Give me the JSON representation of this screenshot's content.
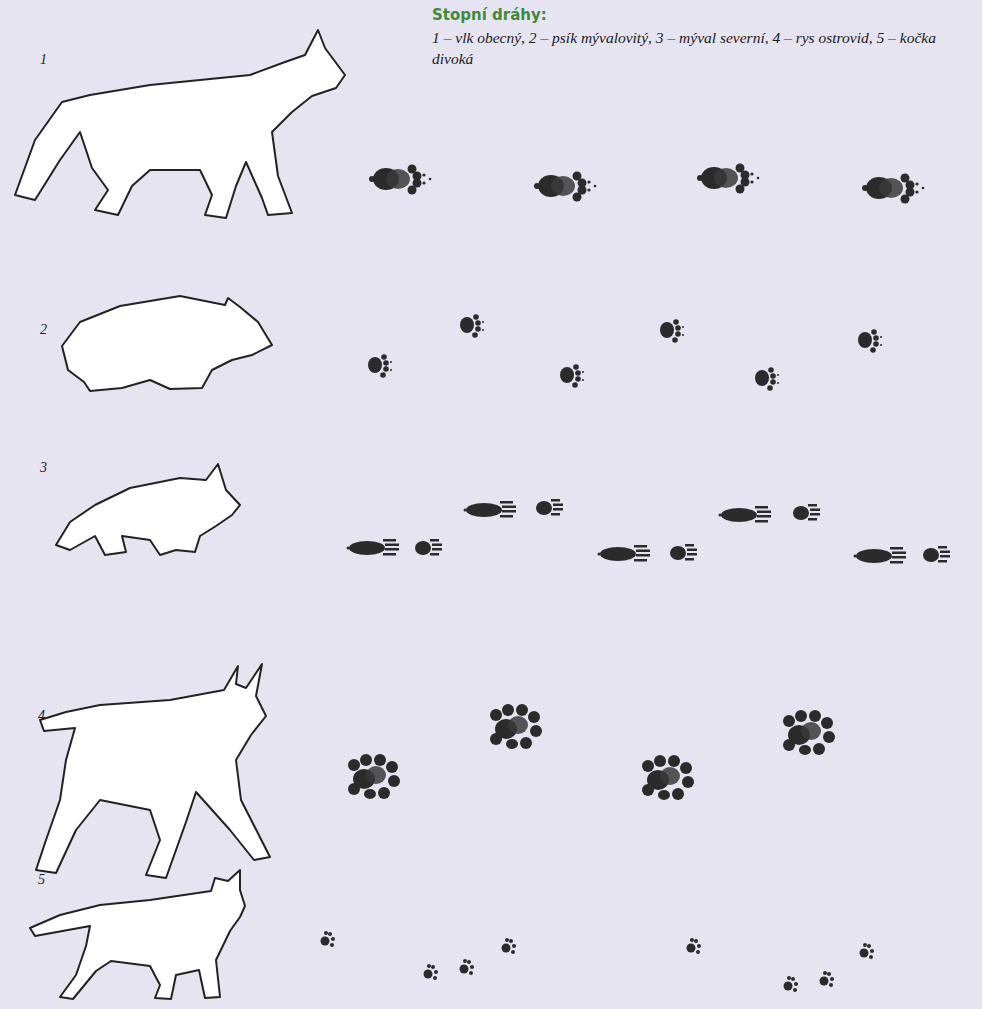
{
  "diagram": {
    "title": "Stopní dráhy:",
    "labels": [
      "1 – vlk obecný, 2 – psík mývalovitý, 3 – mýval severní, 4 – rys ostrovid, 5 – kočka divoká",
      "1",
      "2",
      "3",
      "4",
      "5"
    ]
  }
}
